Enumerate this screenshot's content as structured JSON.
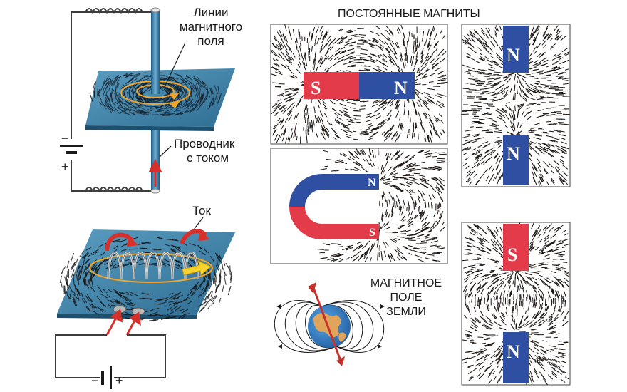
{
  "labels": {
    "field_lines": [
      "Линии",
      "магнитного",
      "поля"
    ],
    "conductor": [
      "Проводник",
      "с током"
    ],
    "current": "Ток",
    "permanent_magnets": "ПОСТОЯННЫЕ МАГНИТЫ",
    "earth_field": [
      "МАГНИТНОЕ",
      "ПОЛЕ",
      "ЗЕМЛИ"
    ]
  },
  "poles": {
    "north": "N",
    "south": "S"
  },
  "battery_signs": {
    "minus": "−",
    "plus": "+"
  },
  "colors": {
    "north": "#2f4fa2",
    "south": "#e33b4a",
    "plate": "#3f7fa5",
    "filings": "#1a1410",
    "current_arrow": "#d7302a",
    "field_line": "#f2a52b",
    "earth_water": "#2f7fc7",
    "earth_land": "#e0a45a",
    "wire": "#3c3c3c"
  }
}
